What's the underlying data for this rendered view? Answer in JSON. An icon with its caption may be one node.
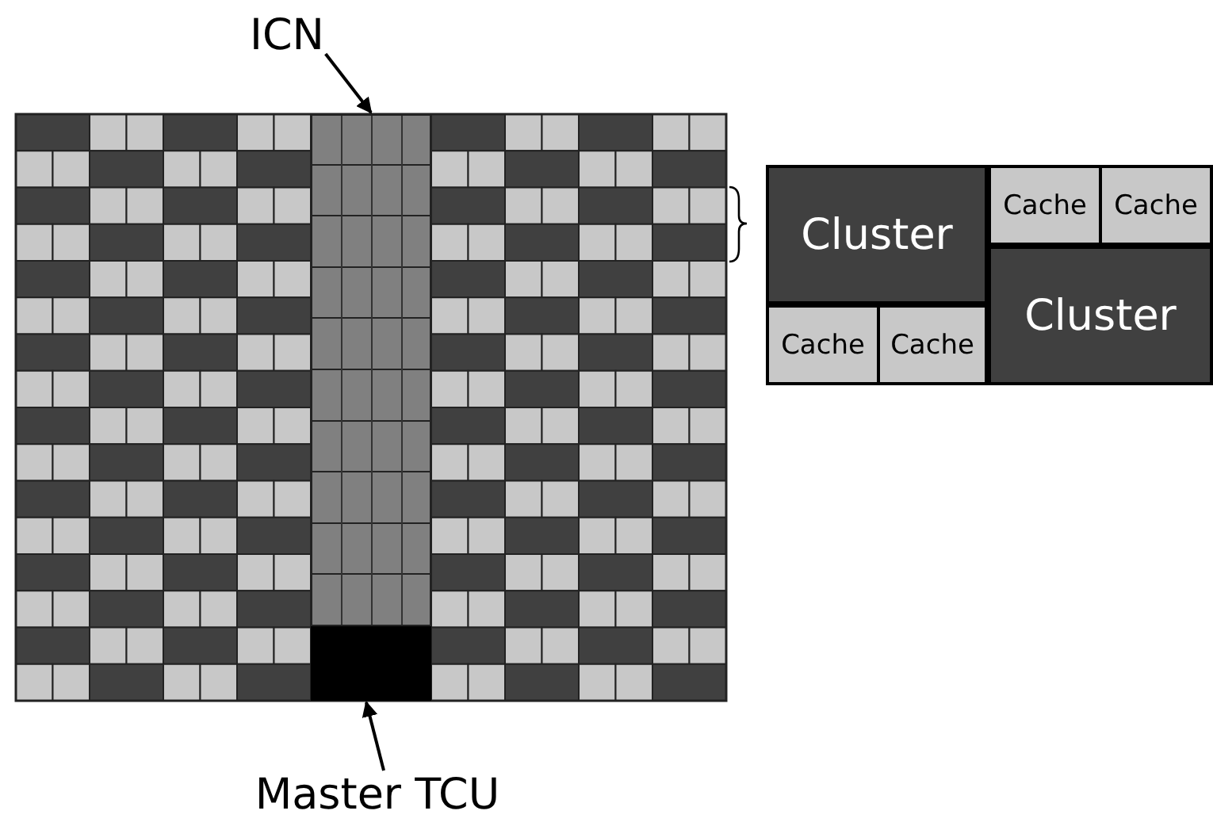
{
  "diagram": {
    "nodes": [
      {
        "text": [
          "ICN"
        ]
      },
      {
        "text": [],
        "shape": "box"
      },
      {
        "text": [
          "Cluster"
        ]
      },
      {
        "text": [
          "Cache"
        ]
      },
      {
        "text": [
          "Cache"
        ]
      },
      {
        "text": [
          "Cluster"
        ]
      },
      {
        "text": [
          "Cache"
        ]
      },
      {
        "text": [
          "Cache"
        ]
      },
      {
        "text": [],
        "shape": "box"
      },
      {
        "text": [
          "Master TCU"
        ]
      }
    ],
    "edges": [
      {
        "from": 0,
        "to": 1,
        "arrow": "to"
      },
      {
        "from": 9,
        "to": 8,
        "arrow": "to"
      }
    ]
  }
}
